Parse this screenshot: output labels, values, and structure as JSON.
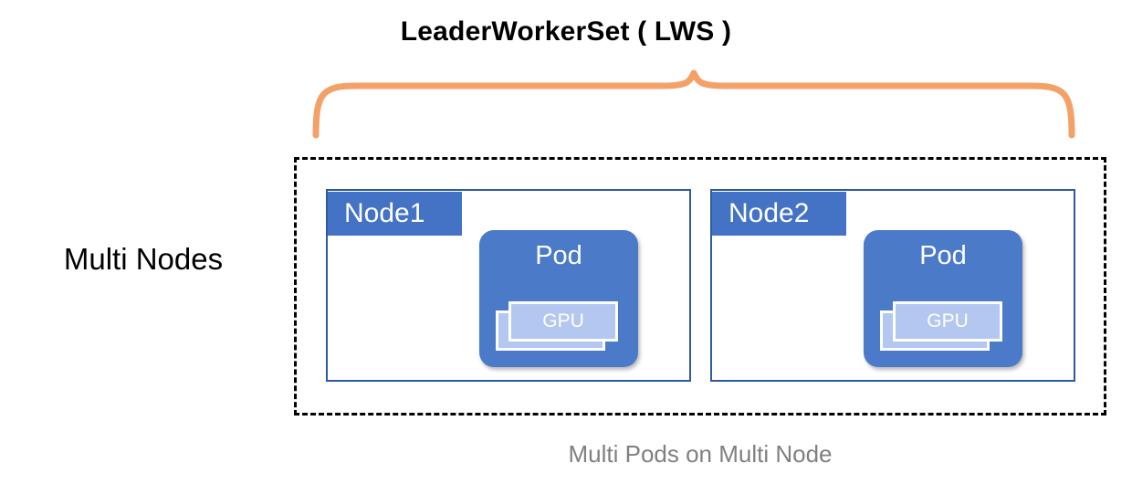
{
  "diagram": {
    "title": "LeaderWorkerSet ( LWS )",
    "left_label": "Multi Nodes",
    "caption": "Multi Pods on Multi Node",
    "colors": {
      "brace": "#F4A168",
      "node_tab": "#4472C4",
      "node_border": "#2E5C9E",
      "pod_fill": "#4A7AC8",
      "gpu_fill": "#B4C7F0",
      "gpu_border": "#ffffff",
      "dashed_border": "#000000",
      "caption_text": "#808080",
      "title_text": "#000000"
    },
    "nodes": [
      {
        "label": "Node1",
        "pod": {
          "label": "Pod",
          "gpu": {
            "label": "GPU",
            "count": 2
          }
        }
      },
      {
        "label": "Node2",
        "pod": {
          "label": "Pod",
          "gpu": {
            "label": "GPU",
            "count": 2
          }
        }
      }
    ]
  }
}
